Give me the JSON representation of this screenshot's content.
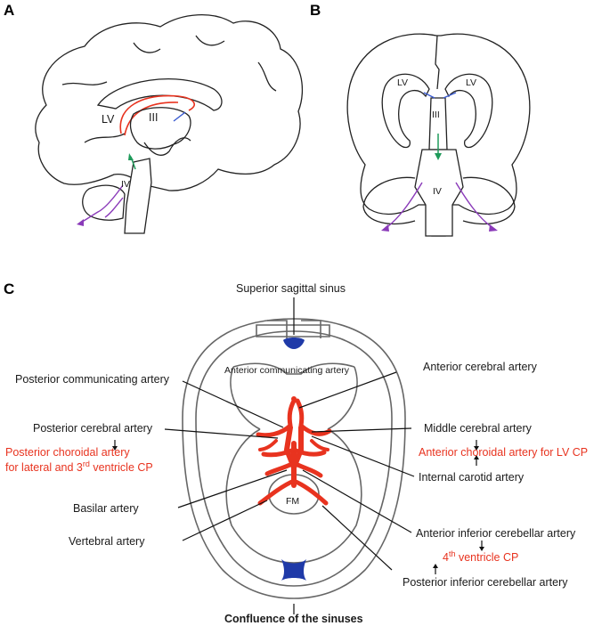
{
  "panels": {
    "a": "A",
    "b": "B",
    "c": "C"
  },
  "panel_a": {
    "lv": "LV",
    "iii": "III",
    "iv": "IV"
  },
  "panel_b": {
    "lv_left": "LV",
    "lv_right": "LV",
    "iii": "III",
    "iv": "IV"
  },
  "panel_c": {
    "superior_sagittal_sinus": "Superior sagittal sinus",
    "anterior_communicating_artery": "Anterior communicating artery",
    "anterior_cerebral_artery": "Anterior cerebral artery",
    "posterior_communicating_artery": "Posterior communicating artery",
    "posterior_cerebral_artery": "Posterior cerebral artery",
    "posterior_choroidal_line1": "Posterior choroidal artery",
    "posterior_choroidal_line2_a": "for lateral and 3",
    "posterior_choroidal_line2_sup": "rd",
    "posterior_choroidal_line2_b": " ventricle CP",
    "middle_cerebral_artery": "Middle cerebral artery",
    "anterior_choroidal": "Anterior choroidal artery for LV CP",
    "internal_carotid_artery": "Internal carotid artery",
    "basilar_artery": "Basilar artery",
    "fm": "FM",
    "vertebral_artery": "Vertebral artery",
    "aica": "Anterior inferior cerebellar artery",
    "fourth_cp_num": "4",
    "fourth_cp_sup": "th",
    "fourth_cp_rest": " ventricle CP",
    "pica": "Posterior inferior cerebellar artery",
    "confluence": "Confluence of the sinuses"
  },
  "colors": {
    "artery": "#e8331f",
    "sinus": "#1f3aa8",
    "csf_flow_purple": "#8a3ab9",
    "csf_flow_green": "#1f9a5a",
    "csf_flow_blue": "#3a5bd0"
  }
}
